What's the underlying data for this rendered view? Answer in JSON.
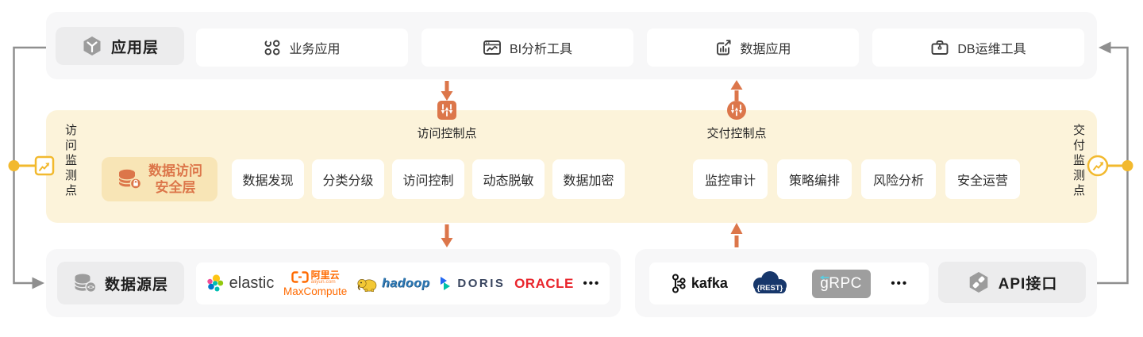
{
  "colors": {
    "accent_orange": "#DC764A",
    "monitor_yellow": "#F2B92E",
    "layer_gray": "#F7F7F8",
    "cream_bg": "#FCF3DA",
    "cream_chip": "#F8E5B6",
    "connector_gray": "#8F8F8F",
    "oracle_red": "#E9252C",
    "rest_navy": "#17376B",
    "grpc_gray": "#9E9E9E",
    "aliyun_orange": "#FF6A00"
  },
  "top_layer": {
    "title": "应用层",
    "cards": [
      "业务应用",
      "BI分析工具",
      "数据应用",
      "DB运维工具"
    ]
  },
  "middle_layer": {
    "left_monitor": "访问监测点",
    "right_monitor": "交付监测点",
    "access_control": "访问控制点",
    "delivery_control": "交付控制点",
    "security_title_line1": "数据访问",
    "security_title_line2": "安全层",
    "cards": [
      "数据发现",
      "分类分级",
      "访问控制",
      "动态脱敏",
      "数据加密",
      "监控审计",
      "策略编排",
      "风险分析",
      "安全运营"
    ]
  },
  "bottom_layer": {
    "datasource_title": "数据源层",
    "api_title": "API接口",
    "ellipsis": "•••",
    "logos": {
      "elastic": "elastic",
      "aliyun": "阿里云",
      "aliyun_domain": "aliyun.com",
      "maxcompute": "MaxCompute",
      "hadoop": "hadoop",
      "doris": "DORIS",
      "oracle": "ORACLE",
      "kafka": "kafka",
      "rest": "{REST}",
      "grpc": "gRPC"
    }
  },
  "icons": {
    "application_layer": "hexagon-cube-icon",
    "business_app": "app-grid-icon",
    "bi_tool": "monitor-chart-icon",
    "data_app": "chart-export-icon",
    "db_ops": "toolbox-icon",
    "security_layer": "database-lock-icon",
    "access_control_point": "sliders-square-icon",
    "delivery_control_point": "sliders-circle-icon",
    "access_monitor": "trend-square-icon",
    "delivery_monitor": "trend-circle-icon",
    "datasource_layer": "database-code-icon",
    "api": "hexagon-plug-icon"
  }
}
